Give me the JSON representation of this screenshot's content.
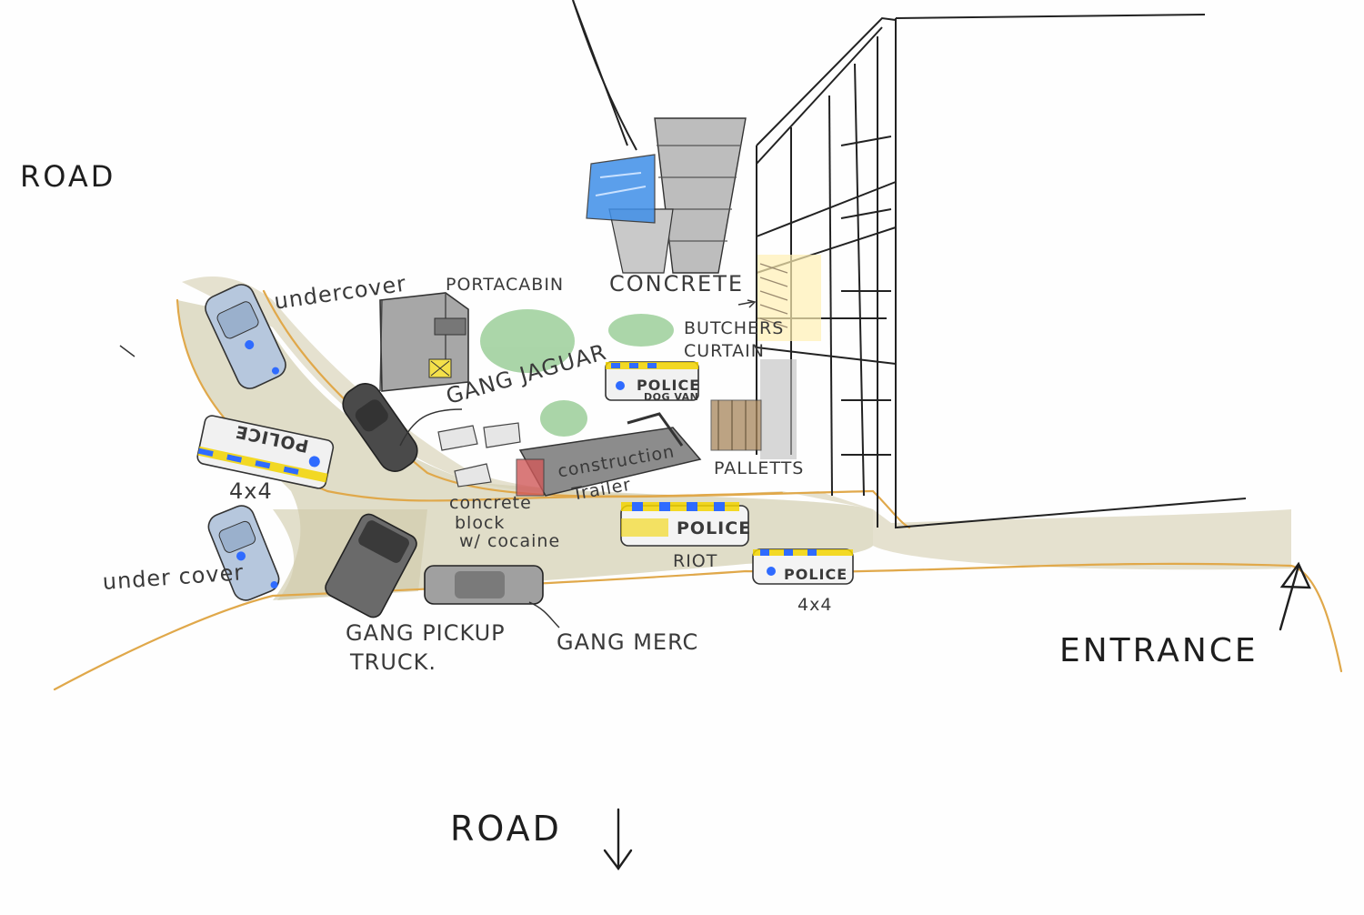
{
  "labels": {
    "road_top": "ROAD",
    "road_bottom": "ROAD",
    "entrance": "ENTRANCE",
    "portacabin": "PORTACABIN",
    "concrete": "CONCRETE",
    "butchers_curtain_1": "BUTCHERS",
    "butchers_curtain_2": "CURTAIN",
    "undercover_top": "undercover",
    "undercover_bottom": "under cover",
    "gang_jaguar": "GANG JAGUAR",
    "police_dog_van": "POLICE",
    "police_dog_van_sub": "DOG VAN",
    "police_4x4_left": "POLICE",
    "label_4x4_left": "4x4",
    "construction_trailer_1": "construction",
    "construction_trailer_2": "Trailer",
    "pallets": "PALLETTS",
    "concrete_block_1": "concrete",
    "concrete_block_2": "block",
    "concrete_block_3": "w/ cocaine",
    "police_riot": "POLICE",
    "riot": "RIOT",
    "police_4x4_right": "POLICE",
    "label_4x4_right": "4x4",
    "gang_pickup_1": "GANG PICKUP",
    "gang_pickup_2": "TRUCK.",
    "gang_merc": "GANG MERC"
  },
  "colors": {
    "ink": "#2a2a2a",
    "ground": "#d9d4bb",
    "road_edge": "#e0a84a",
    "police_blue": "#2f6bff",
    "police_yellow": "#f2d400",
    "cabin_grey": "#9a9a9a",
    "concrete_blue": "#3f8fe8",
    "bush_green": "#8fc88c",
    "pallet_brown": "#a7855a",
    "trailer_red": "#d05a5a",
    "light_yellow": "#fff0b3"
  },
  "icons": [
    "arrow-up-icon",
    "arrow-down-icon",
    "arrow-right-icon"
  ]
}
